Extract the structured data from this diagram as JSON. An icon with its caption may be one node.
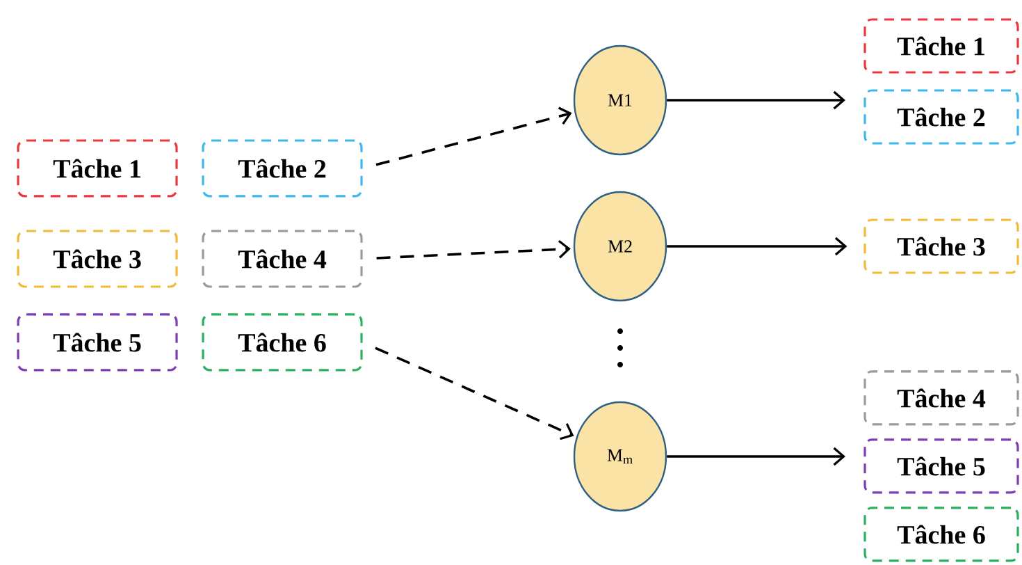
{
  "diagram": {
    "nodes": [
      {
        "text": [
          "Tâche 1"
        ]
      },
      {
        "text": [
          "Tâche 2"
        ]
      },
      {
        "text": [
          "Tâche 3"
        ]
      },
      {
        "text": [
          "Tâche 4"
        ]
      },
      {
        "text": [
          "Tâche 5"
        ]
      },
      {
        "text": [
          "Tâche 6"
        ]
      },
      {
        "text": [
          "M1"
        ]
      },
      {
        "text": [
          "M2"
        ]
      },
      {
        "text": [
          "M$_{m}$"
        ]
      },
      {
        "text": [
          "Tâche 1"
        ]
      },
      {
        "text": [
          "Tâche 2"
        ]
      },
      {
        "text": [
          "Tâche 3"
        ]
      },
      {
        "text": [
          "Tâche 4"
        ]
      },
      {
        "text": [
          "Tâche 5"
        ]
      },
      {
        "text": [
          "Tâche 6"
        ]
      }
    ],
    "edges": [
      {
        "from": 1,
        "to": 6,
        "arrow": "to",
        "style": "dashed"
      },
      {
        "from": 3,
        "to": 7,
        "arrow": "to",
        "style": "dashed"
      },
      {
        "from": 5,
        "to": 8,
        "arrow": "to",
        "style": "dashed"
      },
      {
        "from": 6,
        "to": null,
        "arrow": "to"
      },
      {
        "from": 7,
        "to": 11,
        "arrow": "to"
      },
      {
        "from": 8,
        "to": null,
        "arrow": "to"
      }
    ]
  }
}
